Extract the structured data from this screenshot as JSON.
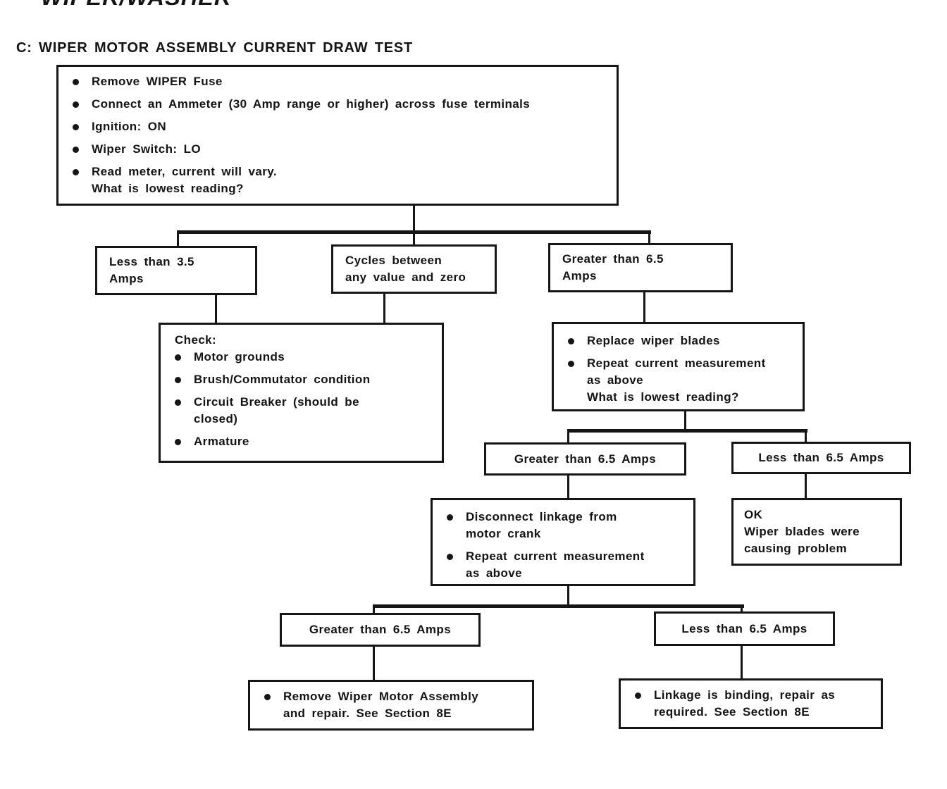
{
  "page": {
    "clipped_header": "WIPER/WASHER",
    "heading": "C: WIPER MOTOR ASSEMBLY CURRENT DRAW TEST"
  },
  "flowchart": {
    "start": {
      "bullets": [
        "Remove WIPER Fuse",
        "Connect an Ammeter (30 Amp range or higher) across fuse terminals",
        "Ignition: ON",
        "Wiper Switch: LO",
        "Read meter, current will vary.\nWhat is lowest reading?"
      ]
    },
    "branch_low": {
      "label": "Less than 3.5\nAmps"
    },
    "branch_cycles": {
      "label": "Cycles between\nany value and zero"
    },
    "branch_high": {
      "label": "Greater than 6.5\nAmps"
    },
    "check": {
      "title": "Check:",
      "bullets": [
        "Motor grounds",
        "Brush/Commutator condition",
        "Circuit Breaker (should be closed)",
        "Armature"
      ]
    },
    "replace_blades": {
      "bullets": [
        "Replace wiper blades",
        "Repeat current measurement\nas above\nWhat is lowest reading?"
      ]
    },
    "recheck_high": {
      "label": "Greater than 6.5 Amps"
    },
    "recheck_low": {
      "label": "Less than 6.5 Amps"
    },
    "disconnect_linkage": {
      "bullets": [
        "Disconnect linkage from\nmotor crank",
        "Repeat current measurement\nas above"
      ]
    },
    "ok": {
      "label": "OK\nWiper blades were\ncausing problem"
    },
    "final_high": {
      "label": "Greater than 6.5 Amps"
    },
    "final_low": {
      "label": "Less than 6.5 Amps"
    },
    "repair_motor": {
      "bullets": [
        "Remove Wiper Motor Assembly\nand repair. See Section 8E"
      ]
    },
    "repair_linkage": {
      "bullets": [
        "Linkage is binding, repair as\nrequired. See Section 8E"
      ]
    }
  }
}
